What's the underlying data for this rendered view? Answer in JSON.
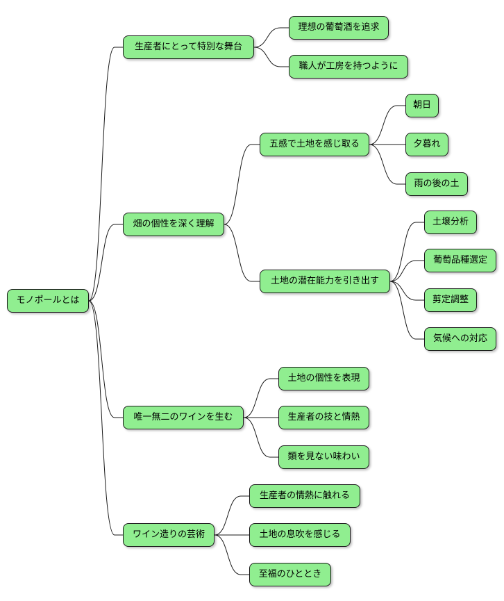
{
  "mindmap": {
    "root": {
      "label": "モノポールとは"
    },
    "branches": [
      {
        "label": "生産者にとって特別な舞台",
        "children": [
          {
            "label": "理想の葡萄酒を追求",
            "children": []
          },
          {
            "label": "職人が工房を持つように",
            "children": []
          }
        ]
      },
      {
        "label": "畑の個性を深く理解",
        "children": [
          {
            "label": "五感で土地を感じ取る",
            "children": [
              {
                "label": "朝日"
              },
              {
                "label": "夕暮れ"
              },
              {
                "label": "雨の後の土"
              }
            ]
          },
          {
            "label": "土地の潜在能力を引き出す",
            "children": [
              {
                "label": "土壌分析"
              },
              {
                "label": "葡萄品種選定"
              },
              {
                "label": "剪定調整"
              },
              {
                "label": "気候への対応"
              }
            ]
          }
        ]
      },
      {
        "label": "唯一無二のワインを生む",
        "children": [
          {
            "label": "土地の個性を表現",
            "children": []
          },
          {
            "label": "生産者の技と情熱",
            "children": []
          },
          {
            "label": "類を見ない味わい",
            "children": []
          }
        ]
      },
      {
        "label": "ワイン造りの芸術",
        "children": [
          {
            "label": "生産者の情熱に触れる",
            "children": []
          },
          {
            "label": "土地の息吹を感じる",
            "children": []
          },
          {
            "label": "至福のひととき",
            "children": []
          }
        ]
      }
    ]
  },
  "colors": {
    "node_fill": "#90ee90",
    "node_border": "#1a1a1a",
    "connector": "#1a1a1a",
    "background": "#ffffff"
  }
}
